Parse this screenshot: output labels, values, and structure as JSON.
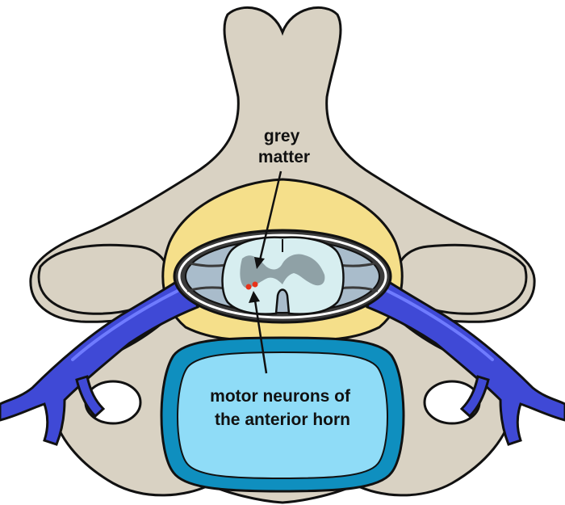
{
  "labels": {
    "grey_matter": [
      "grey",
      "matter"
    ],
    "motor_neurons": [
      "motor neurons of",
      "the anterior horn"
    ]
  },
  "colors": {
    "bone": "#d9d2c3",
    "outline": "#111111",
    "fat": "#f5df8a",
    "dura": "#3a3a3a",
    "csf": "#a9bccb",
    "spinal_cord": "#d7eef0",
    "grey_matter": "#8fa1a6",
    "nerve": "#3f49d6",
    "nerve_light": "#6f7bff",
    "disc_outer": "#0f8fbf",
    "disc_inner": "#8fdcf7",
    "neuron": "#e8321a",
    "background": "#ffffff"
  }
}
